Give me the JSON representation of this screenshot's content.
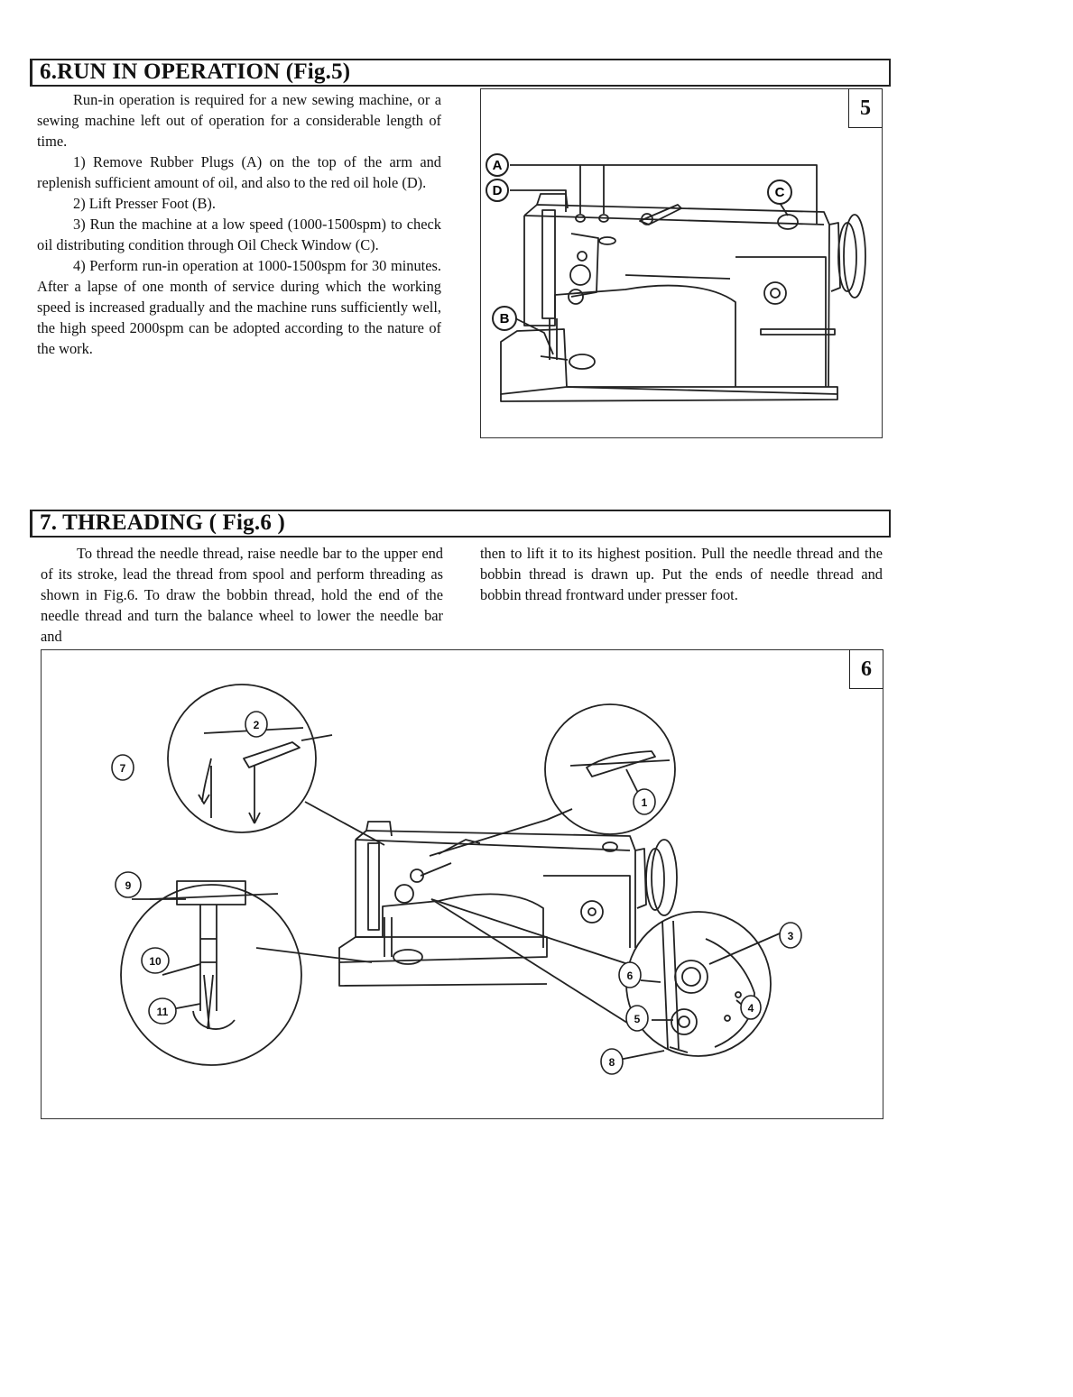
{
  "section6": {
    "heading": "6.RUN IN OPERATION (Fig.5)",
    "intro": "Run-in operation is required for a new sewing machine, or a sewing machine left out of operation for a considerable length of time.",
    "steps": [
      "1) Remove Rubber Plugs (A) on the top of the arm and replenish sufficient amount of oil, and also to the red oil hole (D).",
      "2) Lift Presser Foot (B).",
      "3) Run the machine at a low speed (1000-1500spm) to check oil distributing condition through Oil Check Window (C).",
      "4) Perform run-in operation at 1000-1500spm for 30 minutes. After a lapse of one month of service during which the working speed is increased gradually and the machine runs sufficiently well, the high speed 2000spm can be adopted according to the nature of the work."
    ],
    "figure": {
      "number": "5",
      "labels": {
        "a": "A",
        "b": "B",
        "c": "C",
        "d": "D"
      }
    }
  },
  "section7": {
    "heading": "7. THREADING ( Fig.6 )",
    "text_left": "To thread the needle thread, raise needle bar to the upper end of its stroke, lead the thread from spool and perform threading as shown in Fig.6. To draw the bobbin thread, hold the end of the needle thread and turn the balance wheel to lower the needle bar and",
    "text_right": "then to lift it to its highest position. Pull the needle thread and the bobbin thread is drawn up. Put the ends of needle thread and bobbin thread frontward under presser foot.",
    "figure": {
      "number": "6",
      "labels": {
        "n1": "1",
        "n2": "2",
        "n3": "3",
        "n4": "4",
        "n5": "5",
        "n6": "6",
        "n7": "7",
        "n8": "8",
        "n9": "9",
        "n10": "10",
        "n11": "11"
      }
    }
  }
}
